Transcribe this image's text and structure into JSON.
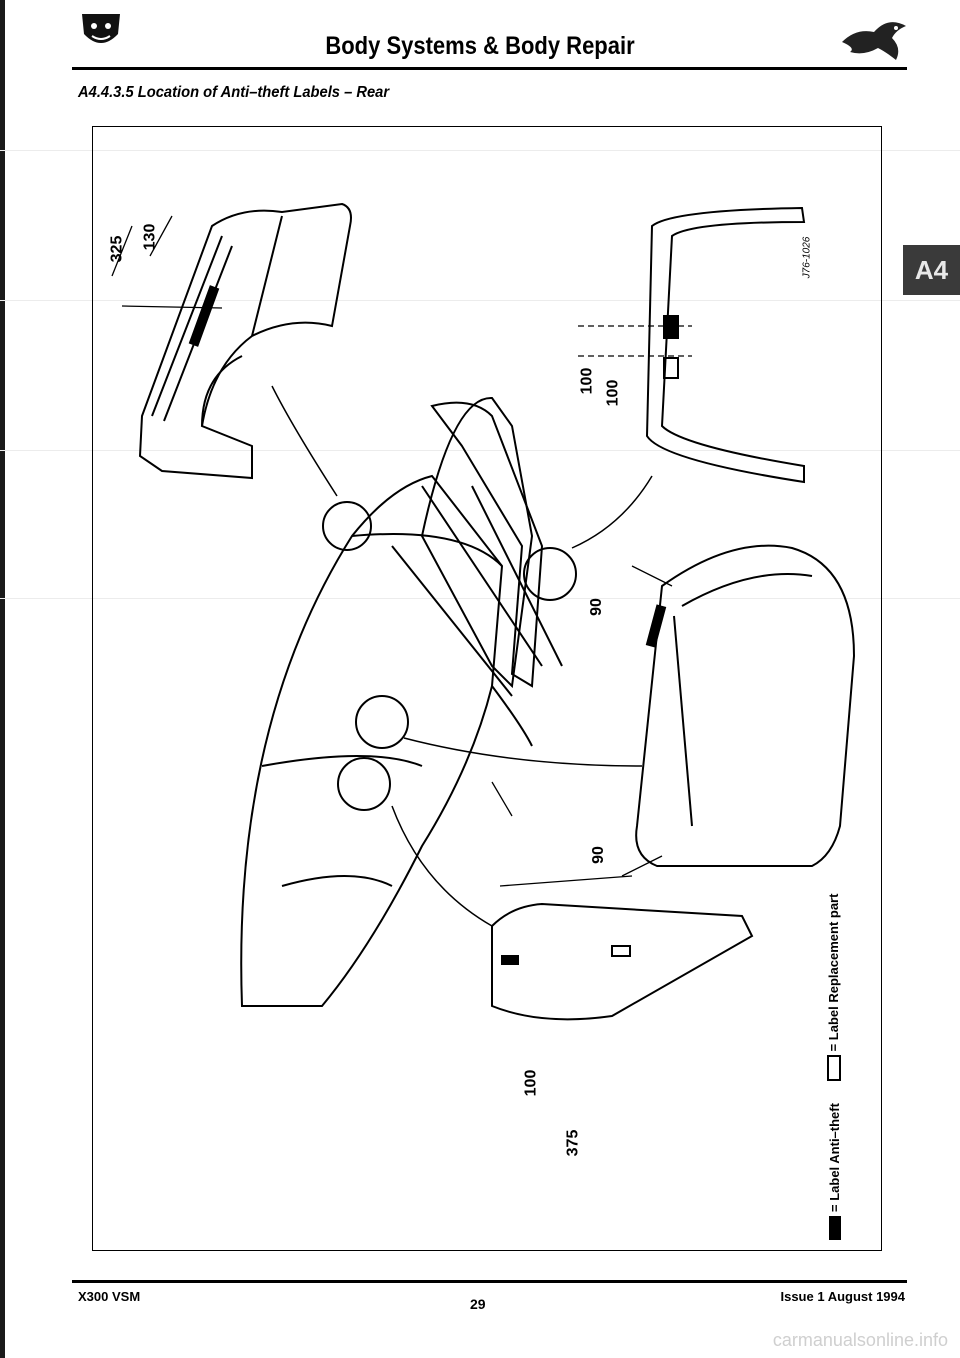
{
  "header": {
    "title": "Body Systems & Body Repair",
    "logo_icon": "jaguar-head-icon",
    "emblem_icon": "leaping-jaguar-icon"
  },
  "section": {
    "heading": "A4.4.3.5 Location of Anti–theft Labels – Rear"
  },
  "side_tab": {
    "label": "A4"
  },
  "figure": {
    "reference": "J76-1026",
    "dimensions": {
      "d325": "325",
      "d130": "130",
      "d100a": "100",
      "d100b": "100",
      "d90a": "90",
      "d90b": "90",
      "d100c": "100",
      "d375": "375"
    },
    "legend": {
      "anti_theft": "= Label Anti–theft",
      "replacement": "= Label Replacement part"
    }
  },
  "footer": {
    "left": "X300 VSM",
    "page": "29",
    "right": "Issue 1 August 1994"
  },
  "watermark": "carmanualsonline.info"
}
